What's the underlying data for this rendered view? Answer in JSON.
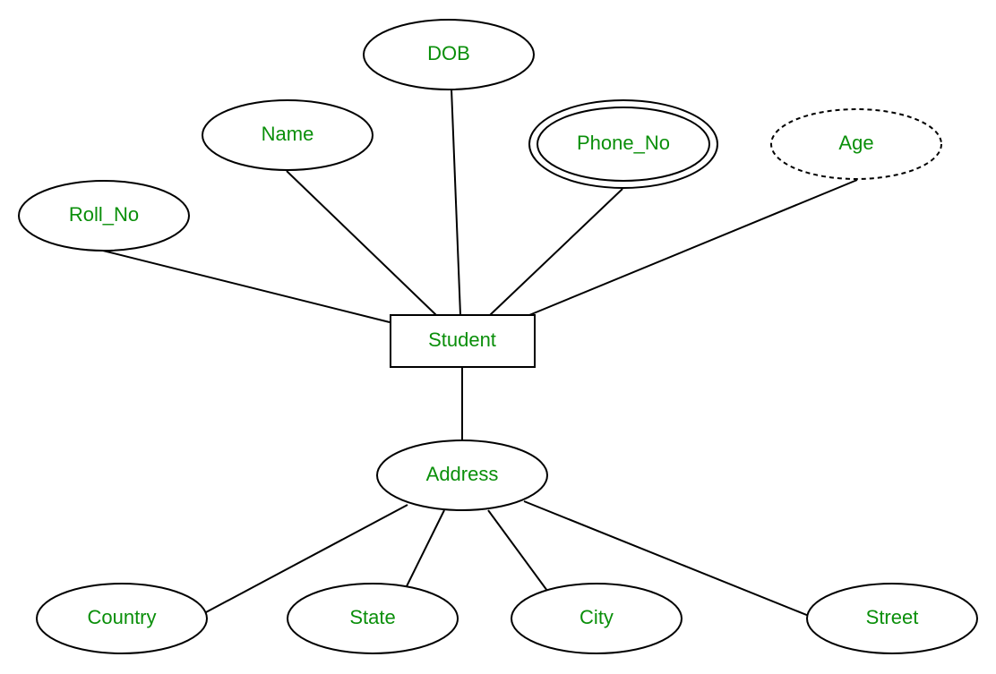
{
  "colors": {
    "text": "#0a8f0a",
    "stroke": "#000000",
    "background": "#ffffff"
  },
  "diagram": {
    "entity": {
      "label": "Student"
    },
    "attributes": {
      "dob": {
        "label": "DOB",
        "kind": "simple"
      },
      "name": {
        "label": "Name",
        "kind": "simple"
      },
      "phone_no": {
        "label": "Phone_No",
        "kind": "multivalued"
      },
      "age": {
        "label": "Age",
        "kind": "derived"
      },
      "roll_no": {
        "label": "Roll_No",
        "kind": "simple"
      },
      "address": {
        "label": "Address",
        "kind": "composite"
      },
      "country": {
        "label": "Country",
        "kind": "simple"
      },
      "state": {
        "label": "State",
        "kind": "simple"
      },
      "city": {
        "label": "City",
        "kind": "simple"
      },
      "street": {
        "label": "Street",
        "kind": "simple"
      }
    }
  }
}
